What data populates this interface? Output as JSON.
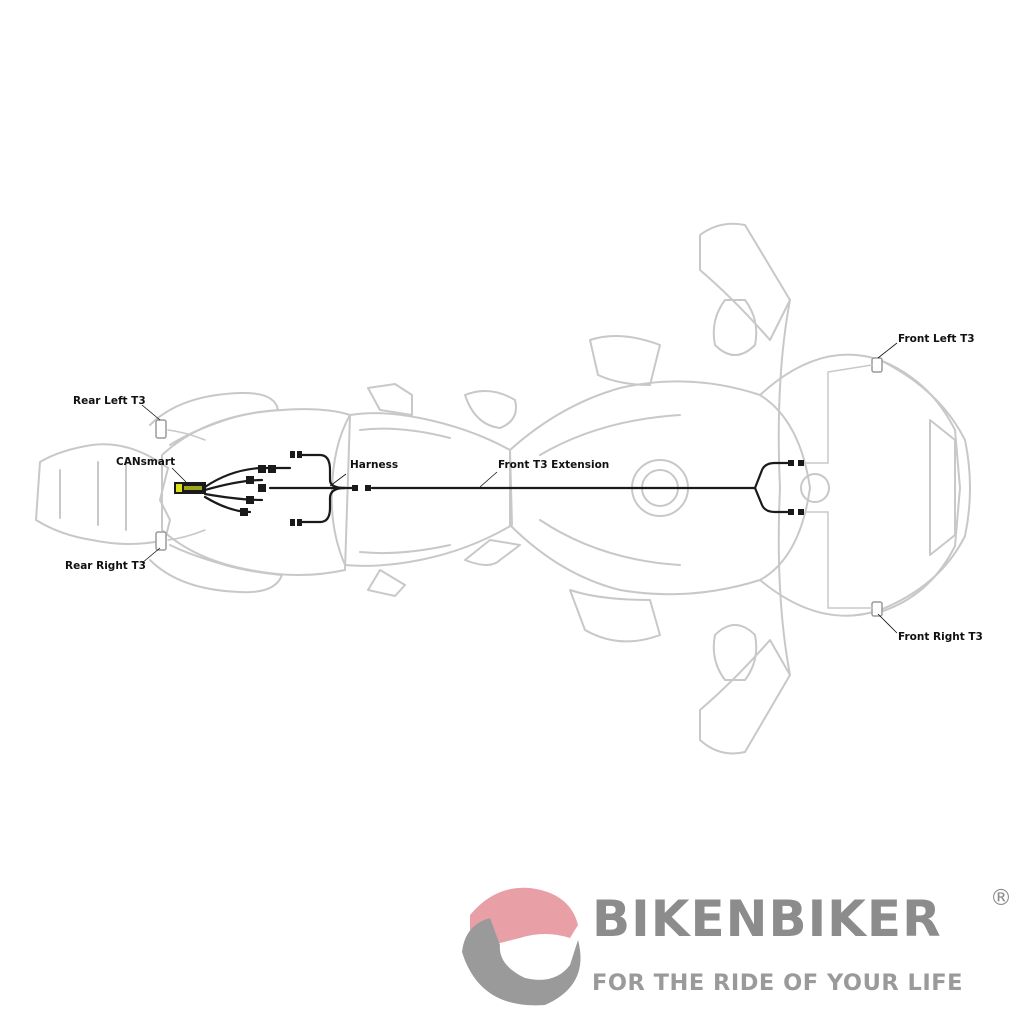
{
  "labels": {
    "rear_left": "Rear Left T3",
    "cansmart": "CANsmart",
    "harness": "Harness",
    "front_extension": "Front T3 Extension",
    "front_left": "Front Left T3",
    "rear_right": "Rear Right T3",
    "front_right": "Front Right T3"
  },
  "logo": {
    "name": "BIKENBIKER",
    "registered": "®",
    "tagline": "FOR THE RIDE OF YOUR LIFE"
  },
  "colors": {
    "outline": "#c8c8c8",
    "wire": "#1a1a1a",
    "module": "#d9e21a",
    "logo_red": "#e8a0a6",
    "logo_gray": "#8c8c8c"
  }
}
